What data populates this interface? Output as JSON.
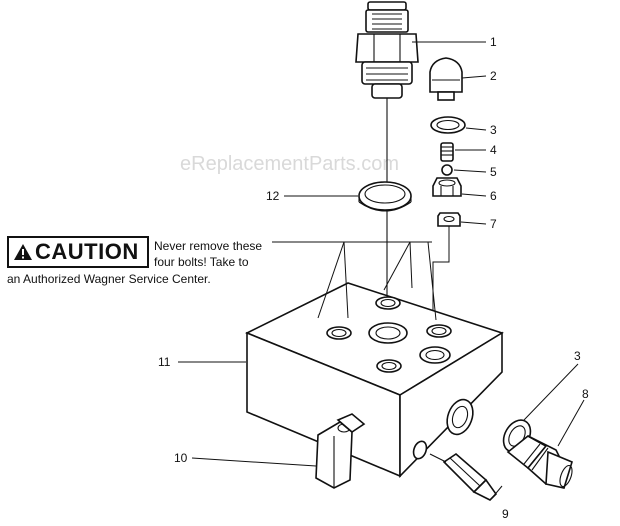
{
  "watermark": "eReplacementParts.com",
  "caution": {
    "label": "CAUTION",
    "line1": "Never remove these",
    "line2": "four bolts!  Take to",
    "line3": "an Authorized Wagner Service Center."
  },
  "callouts": [
    {
      "id": "1",
      "label": "1"
    },
    {
      "id": "2",
      "label": "2"
    },
    {
      "id": "3a",
      "label": "3"
    },
    {
      "id": "4",
      "label": "4"
    },
    {
      "id": "5",
      "label": "5"
    },
    {
      "id": "6",
      "label": "6"
    },
    {
      "id": "7",
      "label": "7"
    },
    {
      "id": "12",
      "label": "12"
    },
    {
      "id": "11",
      "label": "11"
    },
    {
      "id": "3b",
      "label": "3"
    },
    {
      "id": "8",
      "label": "8"
    },
    {
      "id": "10",
      "label": "10"
    },
    {
      "id": "9",
      "label": "9"
    }
  ]
}
